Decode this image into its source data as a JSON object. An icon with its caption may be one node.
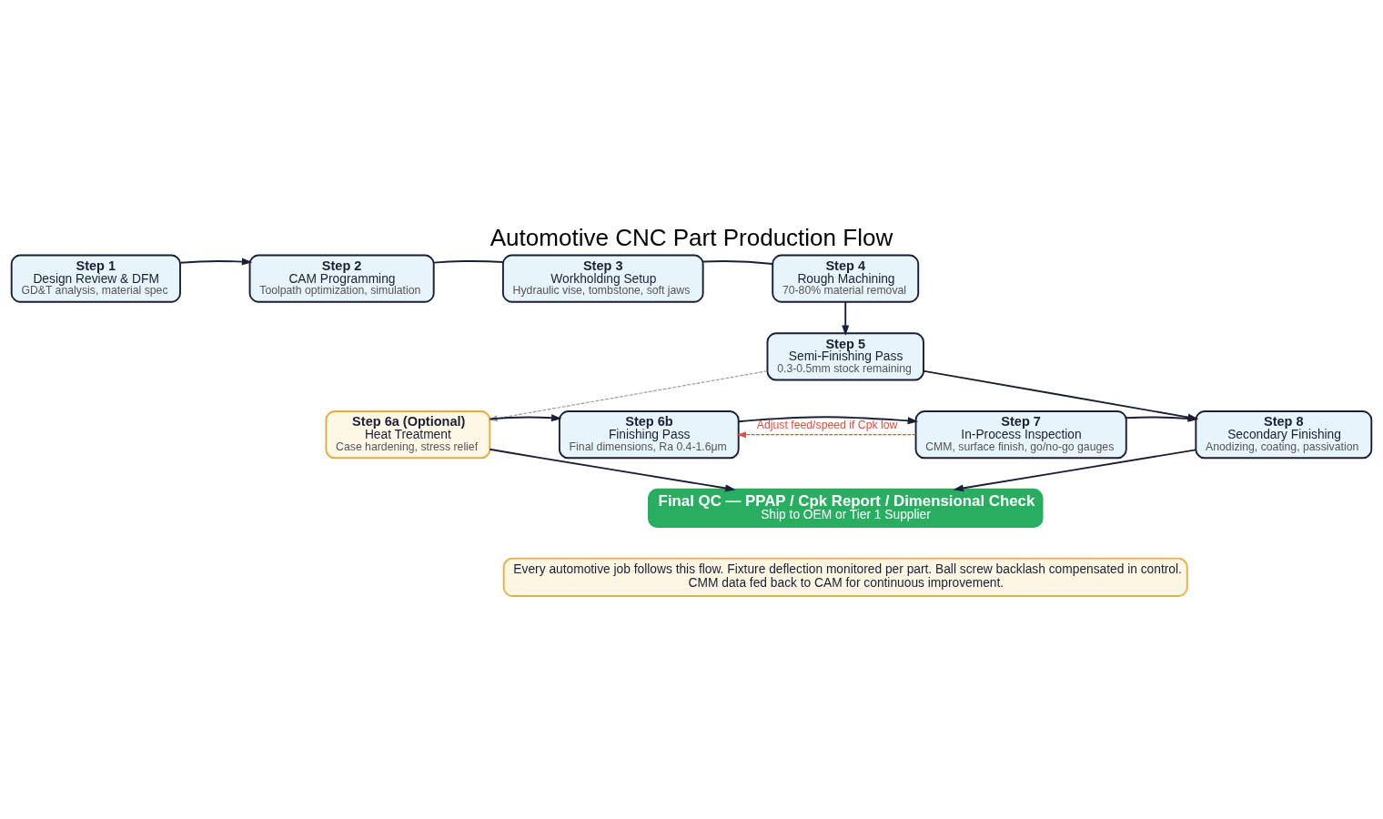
{
  "diagram": {
    "title": "Automotive CNC Part Production Flow",
    "nodes": [
      {
        "text": [
          "Step 1",
          "Design Review & DFM",
          "GD&T analysis, material spec"
        ]
      },
      {
        "text": [
          "Step 2",
          "CAM Programming",
          "Toolpath optimization, simulation"
        ]
      },
      {
        "text": [
          "Step 3",
          "Workholding Setup",
          "Hydraulic vise, tombstone, soft jaws"
        ]
      },
      {
        "text": [
          "Step 4",
          "Rough Machining",
          "70-80% material removal"
        ]
      },
      {
        "text": [
          "Step 5",
          "Semi-Finishing Pass",
          "0.3-0.5mm stock remaining"
        ]
      },
      {
        "text": [
          "Step 6a (Optional)",
          "Heat Treatment",
          "Case hardening, stress relief"
        ]
      },
      {
        "text": [
          "Step 6b",
          "Finishing Pass",
          "Final dimensions, Ra 0.4-1.6μm"
        ]
      },
      {
        "text": [
          "Step 7",
          "In-Process Inspection",
          "CMM, surface finish, go/no-go gauges"
        ]
      },
      {
        "text": [
          "Step 8",
          "Secondary Finishing",
          "Anodizing, coating, passivation"
        ]
      },
      {
        "text": [
          "Final QC — PPAP / Cpk Report / Dimensional Check",
          "Ship to OEM or Tier 1 Supplier"
        ]
      },
      {
        "text": [
          "Every automotive job follows this flow. Fixture deflection monitored per part. Ball screw backlash compensated in control. CMM data fed back to CAM for continuous improvement."
        ]
      }
    ],
    "edges": [
      {
        "from": 0,
        "to": 1,
        "arrow": "to"
      },
      {
        "from": 1,
        "to": 2,
        "arrow": "none"
      },
      {
        "from": 2,
        "to": 3,
        "arrow": "none"
      },
      {
        "from": 3,
        "to": 4,
        "arrow": "to"
      },
      {
        "from": 4,
        "to": 5,
        "arrow": "to",
        "style": "dashed",
        "color": "#999999"
      },
      {
        "from": 4,
        "to": 8,
        "arrow": "to"
      },
      {
        "from": 5,
        "to": 6,
        "arrow": "to"
      },
      {
        "from": 6,
        "to": 7,
        "arrow": "to"
      },
      {
        "from": 7,
        "to": 8,
        "arrow": "to"
      },
      {
        "from": 5,
        "to": 9,
        "arrow": "to"
      },
      {
        "from": 8,
        "to": 9,
        "arrow": "to"
      },
      {
        "from": 7,
        "to": 6,
        "arrow": "to",
        "label": "Adjust feed/speed if Cpk low",
        "style": "dashed",
        "color": "#e74c3c"
      }
    ]
  }
}
